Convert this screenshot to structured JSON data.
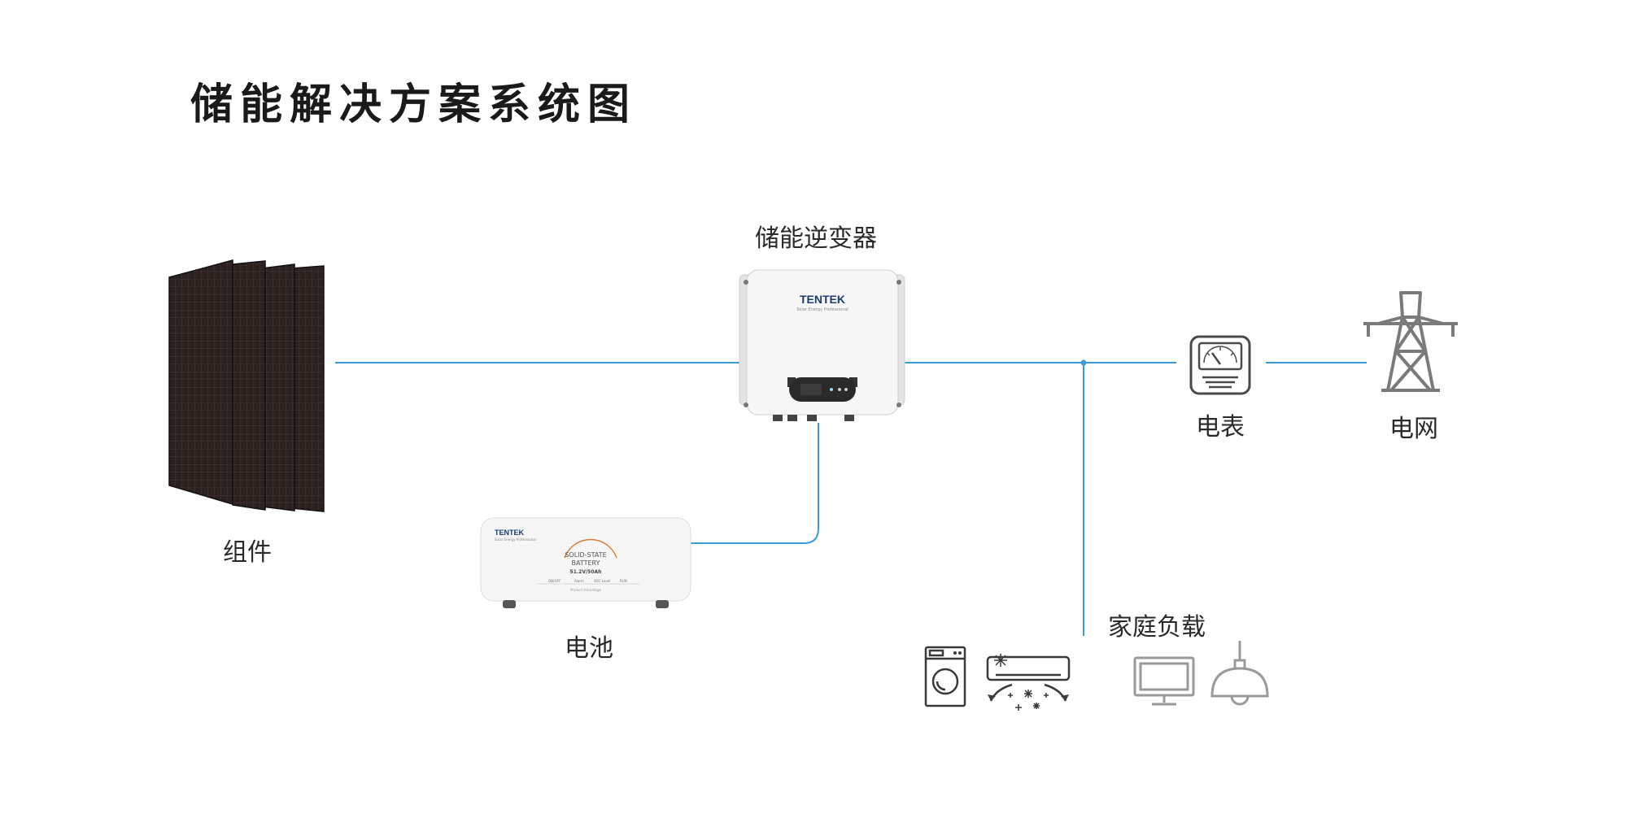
{
  "title": "储能解决方案系统图",
  "labels": {
    "panels": "组件",
    "inverter": "储能逆变器",
    "battery": "电池",
    "meter": "电表",
    "grid": "电网",
    "loads": "家庭负载"
  },
  "inverter": {
    "brand": "TENTEK",
    "tagline": "Solar Energy Professional"
  },
  "battery": {
    "brand": "TENTEK",
    "tagline": "Solar Energy Professional",
    "line1": "SOLID-STATE",
    "line2": "BATTERY",
    "spec": "51.2V/50Ah",
    "status": [
      "ON/OFF",
      "Alarm",
      "SOC Level",
      "RUN"
    ],
    "footer": "Product Advantage"
  },
  "colors": {
    "wire": "#3a9bd8",
    "icon_gray": "#7a7a7a",
    "panel": "#2b2220"
  }
}
